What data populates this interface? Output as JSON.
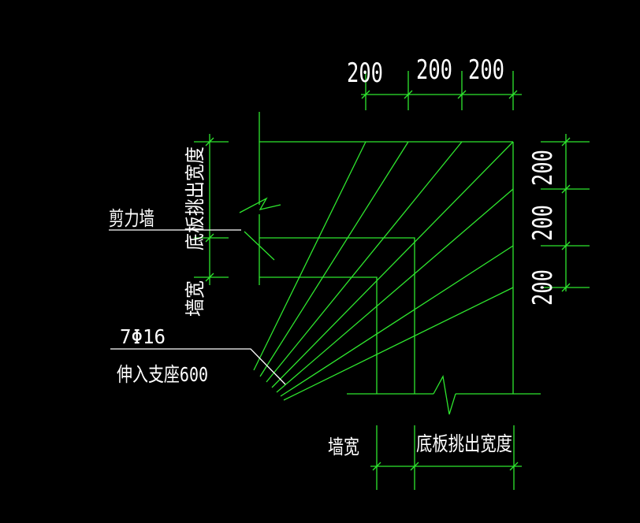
{
  "colors": {
    "background": "#000000",
    "line": "#2ee62e",
    "text": "#ffffff"
  },
  "drawing": {
    "top_dims": [
      "200",
      "200",
      "200"
    ],
    "right_dims": [
      "200",
      "200",
      "200"
    ],
    "label_shear_wall": "剪力墙",
    "label_slab_overhang_vertical": "底板挑出宽度",
    "label_wall_width_vertical": "墙宽",
    "label_rebar_spec": "7Φ16",
    "label_rebar_anchor": "伸入支座600",
    "label_wall_width_bottom": "墙宽",
    "label_slab_overhang_bottom": "底板挑出宽度"
  }
}
